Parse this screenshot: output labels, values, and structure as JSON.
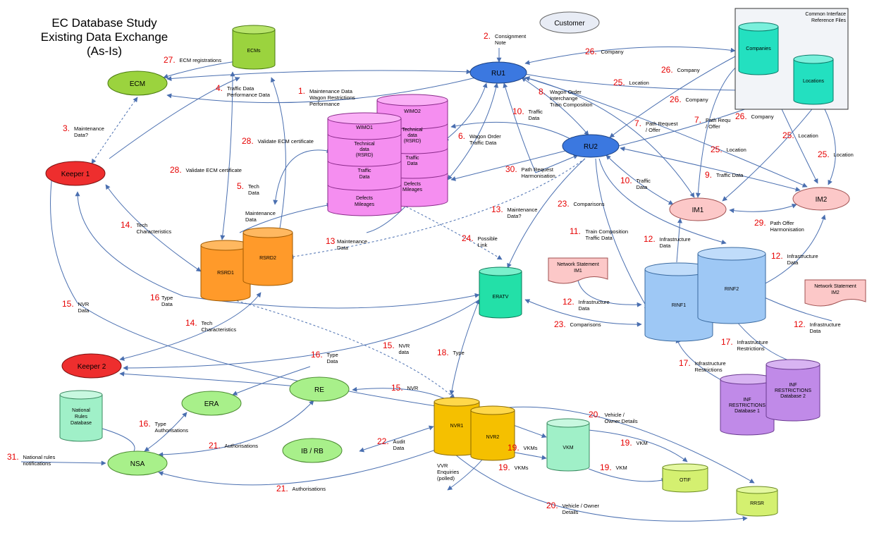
{
  "title": {
    "line1": "EC Database Study",
    "line2": "Existing Data Exchange",
    "line3": "(As-Is)"
  },
  "reference_box": {
    "title_line1": "Common Interface",
    "title_line2": "Reference Files"
  },
  "nodes": {
    "customer": "Customer",
    "ru1": "RU1",
    "ru2": "RU2",
    "im1": "IM1",
    "im2": "IM2",
    "ecm": "ECM",
    "keeper1": "Keeper 1",
    "keeper2": "Keeper 2",
    "ecms": "ECMs",
    "companies": "Companies",
    "locations": "Locations",
    "rsrd1": "RSRD1",
    "rsrd2": "RSRD2",
    "eratv": "ERATV",
    "rinf1": "RINF1",
    "rinf2": "RINF2",
    "nvr1": "NVR1",
    "nvr2": "NVR2",
    "vkm": "VKM",
    "otif": "OTIF",
    "rrsr": "RRSR",
    "re": "RE",
    "era": "ERA",
    "nsa": "NSA",
    "ib_rb": "IB / RB",
    "national_rules": [
      "National",
      "Rules",
      "Database"
    ],
    "inf_db1": [
      "INF",
      "RESTRICTIONS",
      "Database 1"
    ],
    "inf_db2": [
      "INF",
      "RESTRICTIONS",
      "Database 2"
    ],
    "ns_im1": [
      "Network Statement",
      "IM1"
    ],
    "ns_im2": [
      "Network Statement",
      "IM2"
    ],
    "wimo1": {
      "title": "WIMO1",
      "sections": [
        [
          "Technical",
          "data",
          "(RSRD)"
        ],
        [
          "Traffic",
          "Data"
        ],
        [
          "Defects",
          "Mileages"
        ]
      ]
    },
    "wimo2": {
      "title": "WIMO2",
      "sections": [
        [
          "Technical",
          "data",
          "(RSRD)"
        ],
        [
          "Traffic",
          "Data"
        ],
        [
          "Defects",
          "Mileages"
        ]
      ]
    }
  },
  "edge_labels": [
    {
      "num": "27.",
      "text": [
        "ECM registrations"
      ]
    },
    {
      "num": "2.",
      "text": [
        "Consignment",
        "Note"
      ]
    },
    {
      "num": "26.",
      "text": [
        "Company"
      ]
    },
    {
      "num": "4.",
      "text": [
        "Traffic Data",
        "Performance Data"
      ]
    },
    {
      "num": "1.",
      "text": [
        "Maintenance Data",
        "Wagon Restrictions",
        "Performance"
      ]
    },
    {
      "num": "3.",
      "text": [
        "Maintenance",
        "Data?"
      ]
    },
    {
      "num": "8.",
      "text": [
        "Wagon Order",
        "Interchange",
        "Train Composition"
      ]
    },
    {
      "num": "25.",
      "text": [
        "Location"
      ]
    },
    {
      "num": "26.",
      "text": [
        "Company"
      ]
    },
    {
      "num": "26.",
      "text": [
        "Company"
      ]
    },
    {
      "num": "10.",
      "text": [
        "Traffic",
        "Data"
      ]
    },
    {
      "num": "7.",
      "text": [
        "Path Request",
        "/ Offer"
      ]
    },
    {
      "num": "7.",
      "text": [
        "Path Requ",
        "/ Offer"
      ]
    },
    {
      "num": "26.",
      "text": [
        "Company"
      ]
    },
    {
      "num": "28.",
      "text": [
        "Validate ECM certificate"
      ]
    },
    {
      "num": "6.",
      "text": [
        "Wagon Order",
        "Traffic Data"
      ]
    },
    {
      "num": "25.",
      "text": [
        "Location"
      ]
    },
    {
      "num": "25.",
      "text": [
        "Location"
      ]
    },
    {
      "num": "25.",
      "text": [
        "Location"
      ]
    },
    {
      "num": "28.",
      "text": [
        "Validate ECM certificate"
      ]
    },
    {
      "num": "30.",
      "text": [
        "Path Request",
        "Harmonisation"
      ]
    },
    {
      "num": "9.",
      "text": [
        "Traffic Data"
      ]
    },
    {
      "num": "5.",
      "text": [
        "Tech",
        "Data"
      ]
    },
    {
      "num": "10.",
      "text": [
        "Traffic",
        "Data"
      ]
    },
    {
      "num": "13.",
      "text": [
        "Maintenance",
        "Data?"
      ]
    },
    {
      "num": "23.",
      "text": [
        "Comparisons"
      ]
    },
    {
      "num": "",
      "text": [
        "Maintenance",
        "Data"
      ]
    },
    {
      "num": "14.",
      "text": [
        "Tech",
        "Characteristics"
      ]
    },
    {
      "num": "11.",
      "text": [
        "Train Composition",
        "Traffic Data"
      ]
    },
    {
      "num": "29.",
      "text": [
        "Path Offer",
        "Harmonisation"
      ]
    },
    {
      "num": "13",
      "text": [
        "Maintenance",
        "Data"
      ]
    },
    {
      "num": "24.",
      "text": [
        "Possible",
        "Link"
      ]
    },
    {
      "num": "12.",
      "text": [
        "Infrastructure",
        "Data"
      ]
    },
    {
      "num": "12.",
      "text": [
        "Infrastructure",
        "Data"
      ]
    },
    {
      "num": "16",
      "text": [
        "Type",
        "Data"
      ]
    },
    {
      "num": "15.",
      "text": [
        "NVR",
        "Data"
      ]
    },
    {
      "num": "12.",
      "text": [
        "Infrastructure",
        "Data"
      ]
    },
    {
      "num": "12.",
      "text": [
        "Infrastructure",
        "Data"
      ]
    },
    {
      "num": "14.",
      "text": [
        "Tech",
        "Characteristics"
      ]
    },
    {
      "num": "23.",
      "text": [
        "Comparisons"
      ]
    },
    {
      "num": "17.",
      "text": [
        "Infrastructure",
        "Restrictions"
      ]
    },
    {
      "num": "16.",
      "text": [
        "Type",
        "Data"
      ]
    },
    {
      "num": "15.",
      "text": [
        "NVR",
        "data"
      ]
    },
    {
      "num": "18.",
      "text": [
        "Type"
      ]
    },
    {
      "num": "17.",
      "text": [
        "Infrastructure",
        "Restrictions"
      ]
    },
    {
      "num": "15.",
      "text": [
        "NVR"
      ]
    },
    {
      "num": "20.",
      "text": [
        "Vehicle /",
        "Owner Details"
      ]
    },
    {
      "num": "16.",
      "text": [
        "Type",
        "Authorisations"
      ]
    },
    {
      "num": "22.",
      "text": [
        "Audit",
        "Data"
      ]
    },
    {
      "num": "21.",
      "text": [
        "Authorisations"
      ]
    },
    {
      "num": "19.",
      "text": [
        "VKM"
      ]
    },
    {
      "num": "19.",
      "text": [
        "VKMs"
      ]
    },
    {
      "num": "31.",
      "text": [
        "National rules",
        "notifications"
      ]
    },
    {
      "num": "19.",
      "text": [
        "VKMs"
      ]
    },
    {
      "num": "19.",
      "text": [
        "VKM"
      ]
    },
    {
      "num": "",
      "text": [
        "VVR",
        "Enquiries",
        "(polled)"
      ]
    },
    {
      "num": "21.",
      "text": [
        "Authorisations"
      ]
    },
    {
      "num": "20.",
      "text": [
        "Vehicle / Owner",
        "Details"
      ]
    }
  ]
}
